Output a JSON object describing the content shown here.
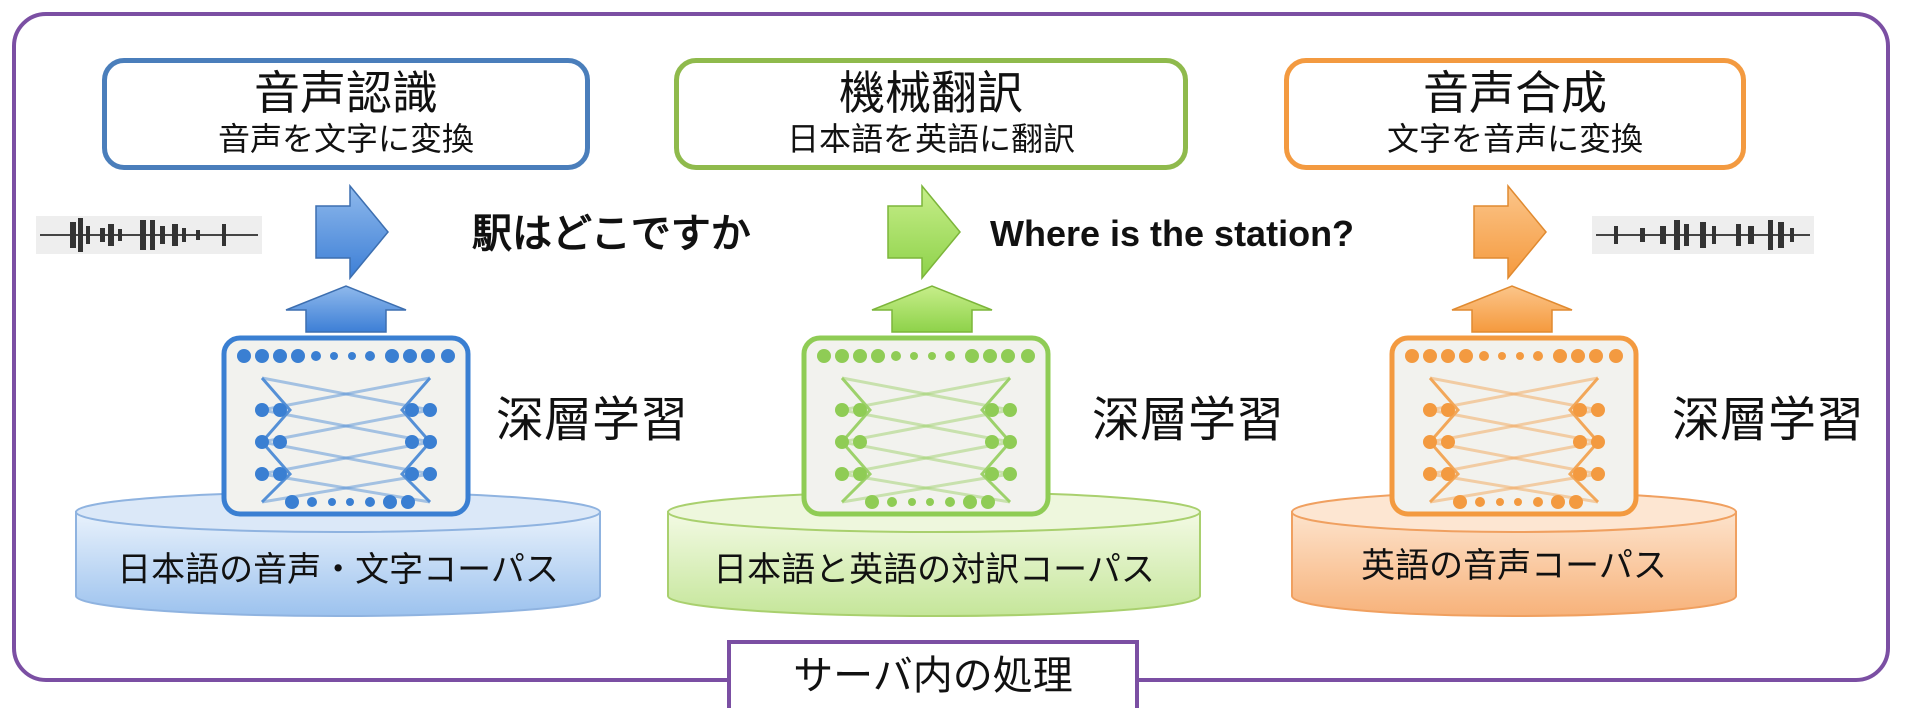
{
  "stages": [
    {
      "title": "音声認識",
      "subtitle": "音声を文字に変換",
      "color": "#4a7ebb"
    },
    {
      "title": "機械翻訳",
      "subtitle": "日本語を英語に翻訳",
      "color": "#8fba4c"
    },
    {
      "title": "音声合成",
      "subtitle": "文字を音声に変換",
      "color": "#f39a40"
    }
  ],
  "flow": {
    "japanese_text": "駅はどこですか",
    "english_text": "Where is the station?"
  },
  "deep_learning_label": "深層学習",
  "corpora": [
    {
      "label": "日本語の音声・文字コーパス"
    },
    {
      "label": "日本語と英語の対訳コーパス"
    },
    {
      "label": "英語の音声コーパス"
    }
  ],
  "server_label": "サーバ内の処理",
  "frame_color": "#7b4fa3",
  "icons": [
    "speech-waveform-icon",
    "right-arrow-icon",
    "up-arrow-icon",
    "neural-network-icon",
    "database-cylinder-icon"
  ]
}
